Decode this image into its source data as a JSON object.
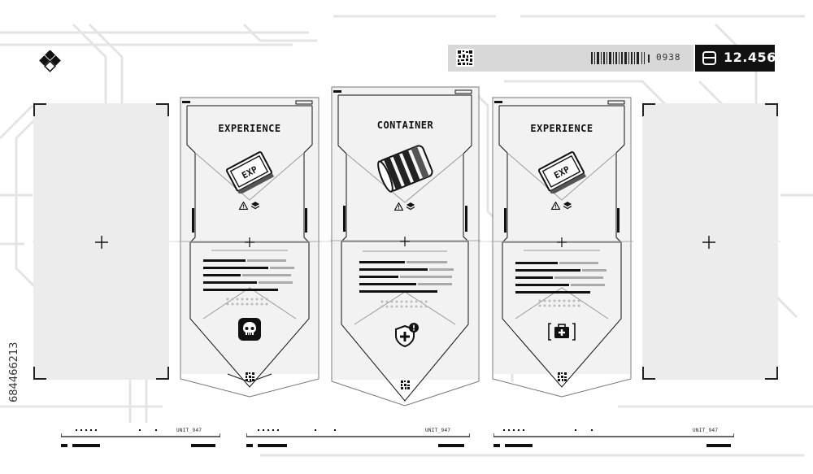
{
  "header": {
    "status_code": "0938",
    "score_value": "12.456"
  },
  "cards": [
    {
      "title": "EXPERIENCE",
      "item_icon": "exp-badge-icon",
      "bottom_icon": "skull-icon",
      "unit_label": "UNIT_947"
    },
    {
      "title": "CONTAINER",
      "item_icon": "canister-icon",
      "bottom_icon": "shield-plus-alert-icon",
      "unit_label": "UNIT_947"
    },
    {
      "title": "EXPERIENCE",
      "item_icon": "exp-badge-icon",
      "bottom_icon": "medkit-icon",
      "unit_label": "UNIT_947"
    }
  ],
  "exp_badge_text": "EXP",
  "watermark": {
    "id": "684466213"
  },
  "colors": {
    "background": "#ffffff",
    "line": "#111111",
    "panel": "#ececec",
    "status_bar": "#d8d8d8",
    "score_box": "#111111"
  }
}
